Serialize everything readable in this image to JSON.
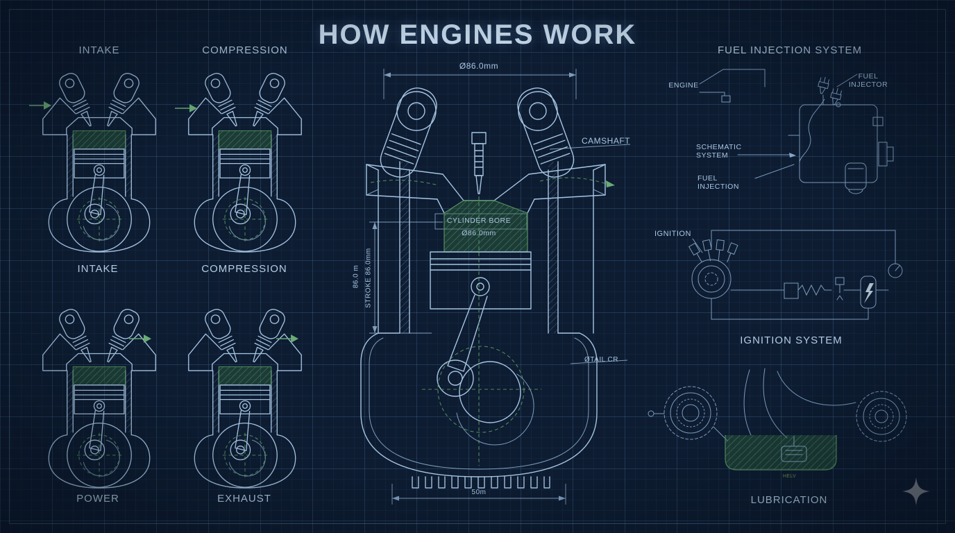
{
  "title": "HOW ENGINES WORK",
  "stroke_labels": {
    "intake_top": "INTAKE",
    "compression_top": "COMPRESSION",
    "intake_mid": "INTAKE",
    "compression_mid": "COMPRESSION",
    "power": "POWER",
    "exhaust": "EXHAUST"
  },
  "main_engine": {
    "bore_dimension": "Ø86.0mm",
    "camshaft": "CAMSHAFT",
    "cylinder_bore_title": "CYLINDER BORE",
    "cylinder_bore_value": "Ø86.0mm",
    "stroke_dimension": "86.0 m",
    "stroke_label": "STROKE 86.0mm",
    "crank_label": "ØTAIL CR",
    "base_dimension": "50m"
  },
  "fuel_injection_system": {
    "title": "FUEL INJECTION SYSTEM",
    "engine": "ENGINE",
    "fuel_injector": "FUEL INJECTOR",
    "schematic_line1": "SCHEMATIC",
    "schematic_line2": "SYSTEM",
    "fuel_injection": "FUEL INJECTION"
  },
  "ignition_system": {
    "ignition": "IGNITION",
    "title": "IGNITION SYSTEM"
  },
  "lubrication_system": {
    "title": "LUBRICATION",
    "pump_note": "HELV"
  },
  "colors": {
    "background": "#0d1c31",
    "line": "#a6c5e2",
    "accent_green": "#5e9c69",
    "title_text": "#c9def0"
  }
}
